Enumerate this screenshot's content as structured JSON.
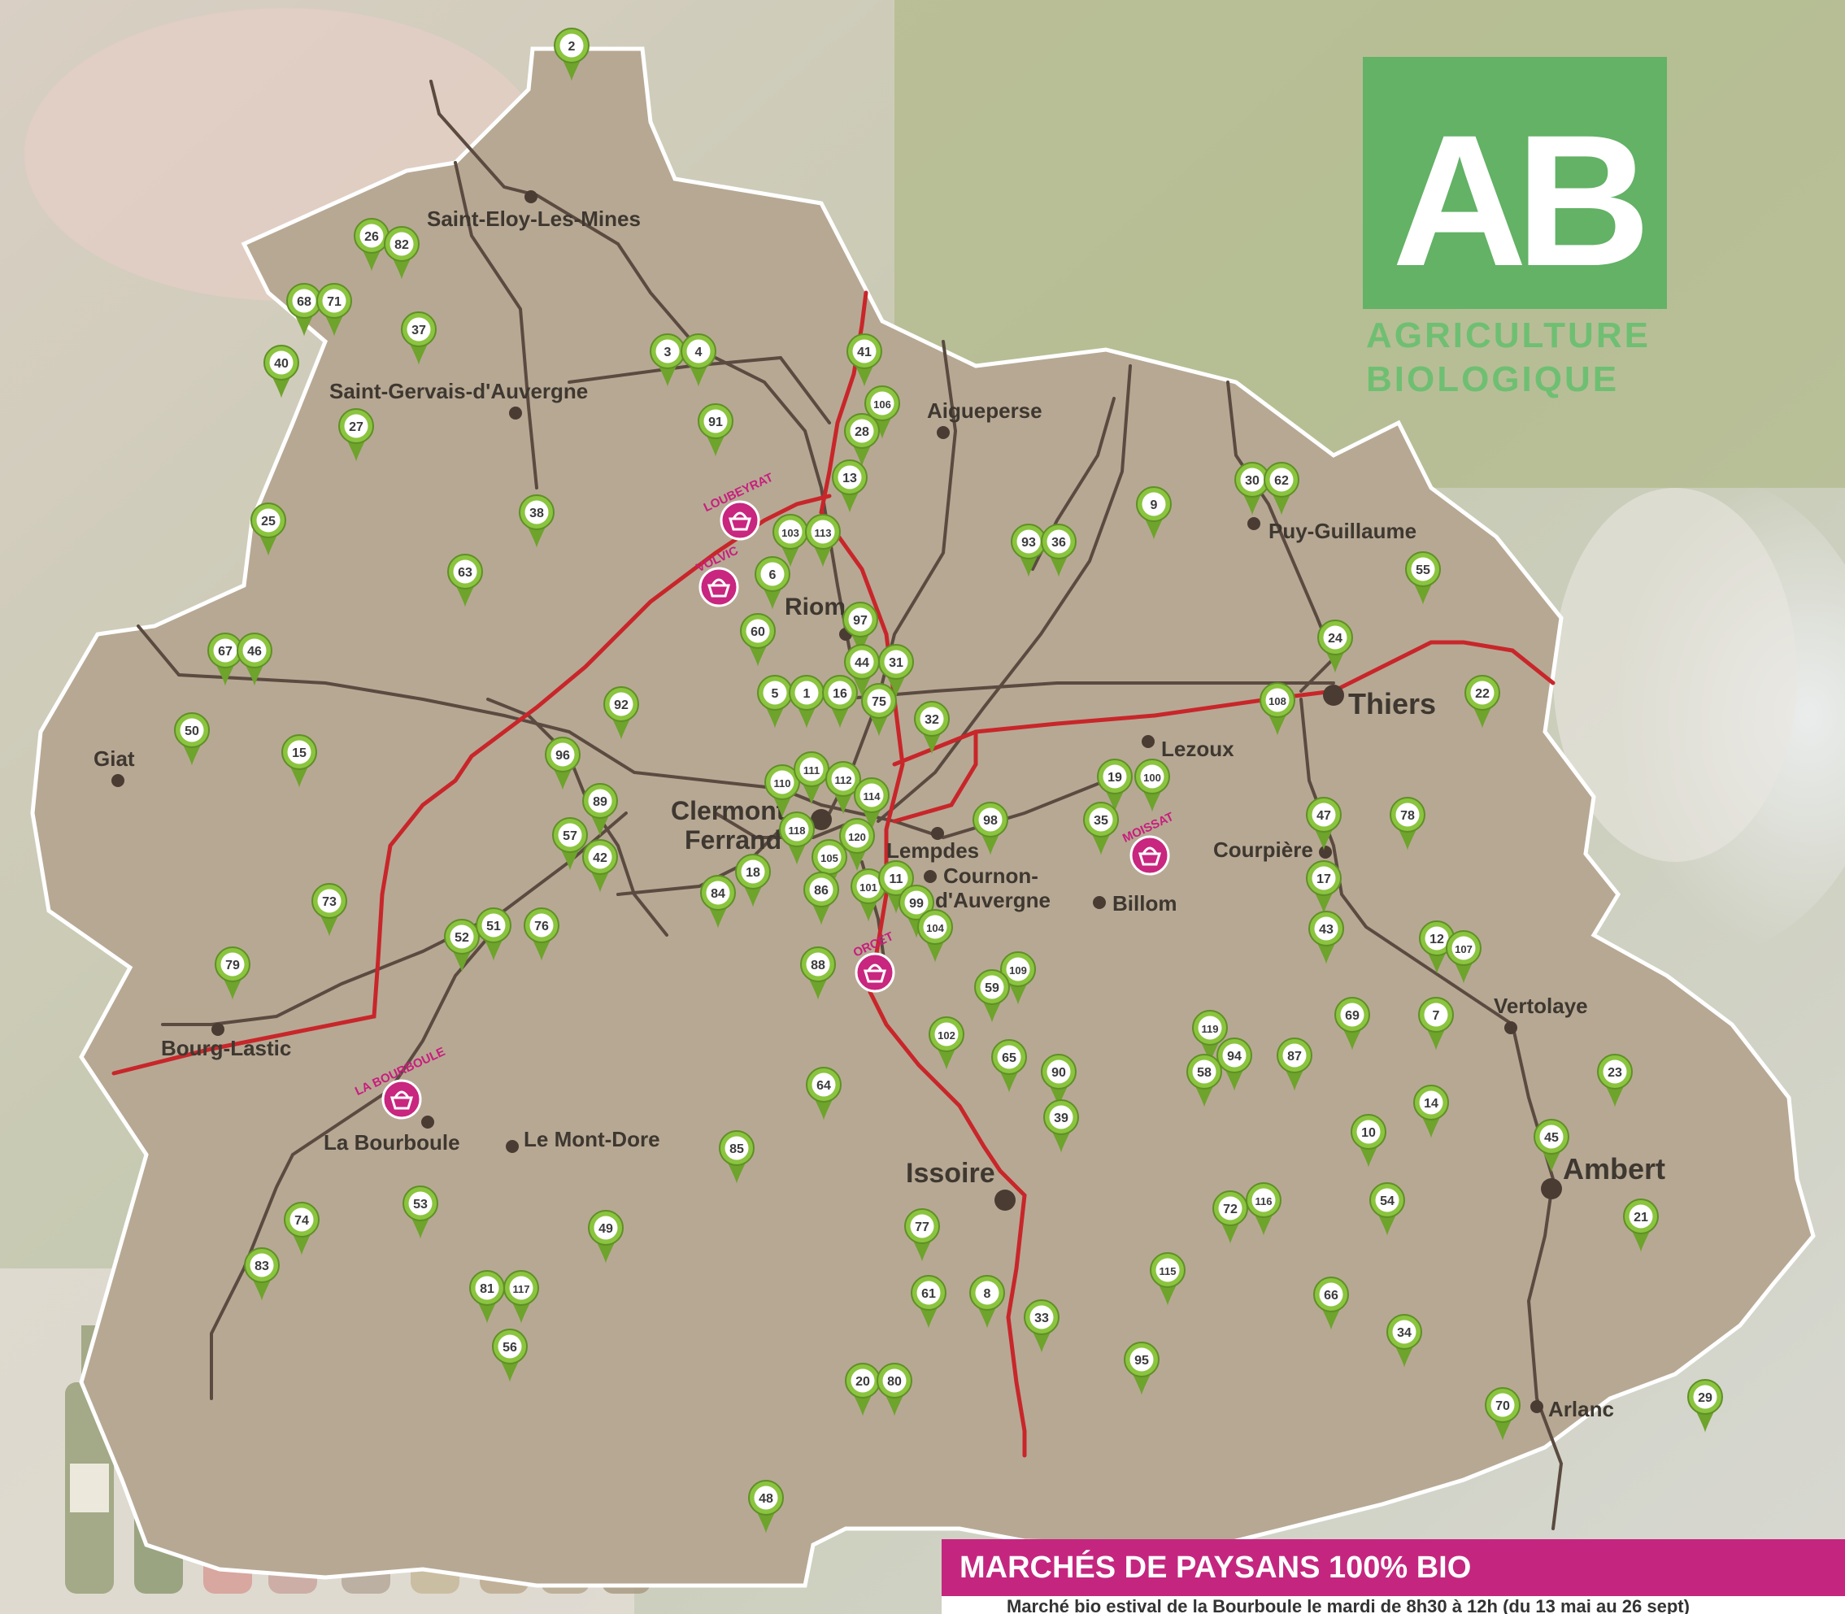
{
  "legend": {
    "title": "MARCHÉS DE PAYSANS 100% BIO",
    "note": "Marché bio estival de la Bourboule le mardi de 8h30 à 12h (du 13 mai au 26 sept)"
  },
  "logo": {
    "letters": "AB",
    "line1": "AGRICULTURE",
    "line2": "BIOLOGIQUE"
  },
  "cities": [
    {
      "name": "Saint-Eloy-Les-Mines"
    },
    {
      "name": "Saint-Gervais-d'Auvergne"
    },
    {
      "name": "Aigueperse"
    },
    {
      "name": "Puy-Guillaume"
    },
    {
      "name": "Riom"
    },
    {
      "name": "Thiers"
    },
    {
      "name": "Lezoux"
    },
    {
      "name": "Giat"
    },
    {
      "name": "Clermont"
    },
    {
      "name": "Ferrand"
    },
    {
      "name": "Lempdes"
    },
    {
      "name": "Cournon-"
    },
    {
      "name": "d'Auvergne"
    },
    {
      "name": "Billom"
    },
    {
      "name": "Courpière"
    },
    {
      "name": "Vertolaye"
    },
    {
      "name": "Bourg-Lastic"
    },
    {
      "name": "La Bourboule"
    },
    {
      "name": "Le Mont-Dore"
    },
    {
      "name": "Issoire"
    },
    {
      "name": "Ambert"
    },
    {
      "name": "Arlanc"
    }
  ],
  "markets": [
    {
      "name": "LOUBEYRAT"
    },
    {
      "name": "VOLVIC"
    },
    {
      "name": "MOISSAT"
    },
    {
      "name": "ORCET"
    },
    {
      "name": "LA BOURBOULE"
    }
  ],
  "pins": [
    "2",
    "26",
    "82",
    "68",
    "71",
    "37",
    "40",
    "27",
    "25",
    "38",
    "63",
    "67",
    "46",
    "50",
    "15",
    "3",
    "4",
    "91",
    "41",
    "106",
    "28",
    "13",
    "103",
    "113",
    "6",
    "60",
    "97",
    "44",
    "31",
    "5",
    "1",
    "16",
    "75",
    "32",
    "92",
    "96",
    "89",
    "57",
    "42",
    "110",
    "111",
    "112",
    "114",
    "118",
    "120",
    "105",
    "86",
    "101",
    "11",
    "99",
    "104",
    "18",
    "84",
    "88",
    "73",
    "52",
    "51",
    "76",
    "79",
    "9",
    "30",
    "62",
    "93",
    "36",
    "55",
    "24",
    "108",
    "22",
    "19",
    "100",
    "35",
    "98",
    "47",
    "78",
    "17",
    "43",
    "12",
    "107",
    "7",
    "69",
    "119",
    "94",
    "58",
    "87",
    "23",
    "14",
    "10",
    "45",
    "54",
    "21",
    "72",
    "116",
    "115",
    "66",
    "34",
    "70",
    "29",
    "109",
    "59",
    "102",
    "65",
    "90",
    "39",
    "64",
    "85",
    "53",
    "74",
    "83",
    "49",
    "81",
    "117",
    "56",
    "77",
    "61",
    "8",
    "33",
    "95",
    "20",
    "80",
    "48"
  ],
  "colors": {
    "region": "#b7a894",
    "roads": "#5a4a40",
    "highway": "#c8262a",
    "pin": "#8bc43f",
    "market": "#c8267f",
    "legend_bar": "#c4267f",
    "ab_green": "#63b266"
  },
  "icons": {
    "pin": "map-pin-icon",
    "market": "market-basket-icon",
    "city": "city-dot-icon"
  }
}
